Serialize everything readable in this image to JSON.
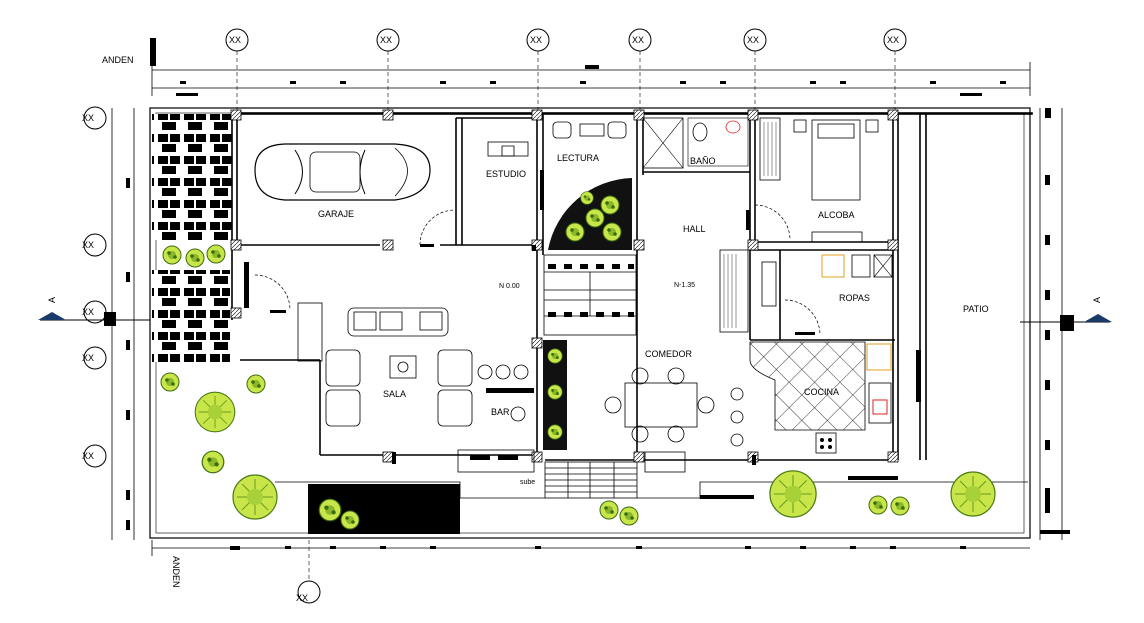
{
  "labels": {
    "anden_top": "ANDEN",
    "anden_bottom": "ANDEN",
    "garaje": "GARAJE",
    "estudio": "ESTUDIO",
    "lectura": "LECTURA",
    "bano": "BAÑO",
    "alcoba": "ALCOBA",
    "hall": "HALL",
    "ropas": "ROPAS",
    "patio": "PATIO",
    "n000": "N 0.00",
    "n135": "N-1.35",
    "comedor": "COMEDOR",
    "cocina": "COCINA",
    "sala": "SALA",
    "bar": "BAR",
    "sube": "sube"
  },
  "axis_marker": "XX",
  "section_marker": "A",
  "colors": {
    "line": "#000000",
    "plant_light": "#c8e64a",
    "plant_dark": "#5a8f1e",
    "accent_red": "#e02020",
    "accent_yellow": "#e0a020"
  },
  "icons": [
    "car-icon",
    "tree-icon",
    "furniture-icon",
    "stairs-icon",
    "section-marker-icon"
  ]
}
